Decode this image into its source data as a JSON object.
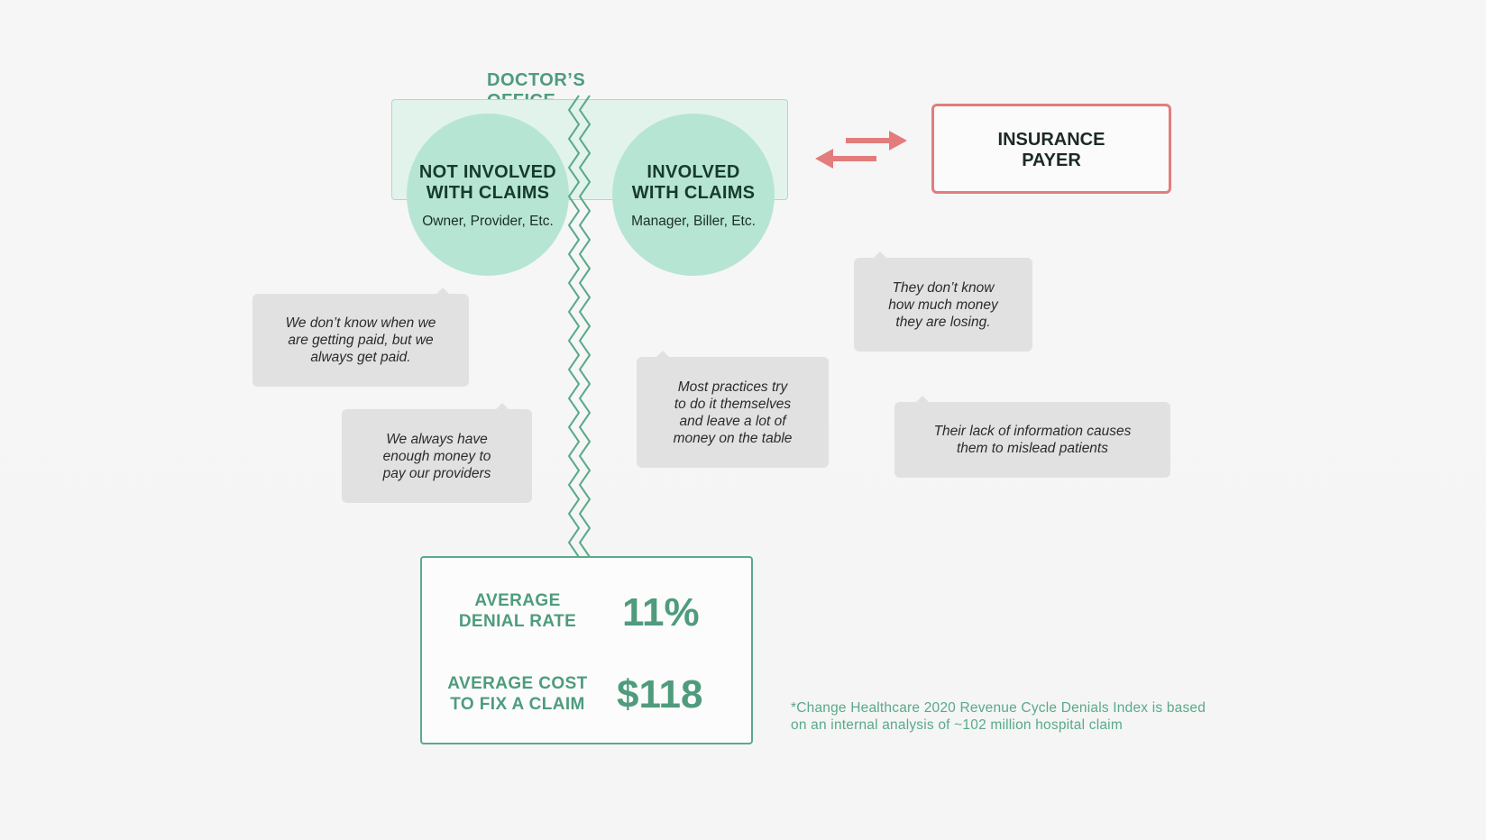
{
  "office": {
    "title": "DOCTOR’S OFFICE",
    "not_involved": {
      "title_line1": "NOT INVOLVED",
      "title_line2": "WITH CLAIMS",
      "subtitle": "Owner, Provider, Etc."
    },
    "involved": {
      "title_line1": "INVOLVED",
      "title_line2": "WITH CLAIMS",
      "subtitle": "Manager, Biller, Etc."
    }
  },
  "payer": {
    "line1": "INSURANCE",
    "line2": "PAYER"
  },
  "quotes": {
    "q1": [
      "We don’t know when we",
      "are getting paid, but we",
      "always get paid."
    ],
    "q2": [
      "We always have",
      "enough money to",
      "pay our providers"
    ],
    "q3": [
      "Most practices try",
      "to do it themselves",
      "and leave a lot of",
      "money on the table"
    ],
    "q4": [
      "They don’t know",
      "how much money",
      "they are losing."
    ],
    "q5": [
      "Their lack of information causes",
      "them to mislead patients"
    ]
  },
  "stats": {
    "denial": {
      "label_line1": "AVERAGE",
      "label_line2": "DENIAL RATE",
      "value": "11%"
    },
    "cost": {
      "label_line1": "AVERAGE COST",
      "label_line2": "TO FIX A CLAIM",
      "value": "$118"
    }
  },
  "footnote": {
    "line1": "*Change Healthcare 2020 Revenue Cycle Denials Index is based",
    "line2": "on an internal analysis of ~102 million hospital claim"
  },
  "colors": {
    "green": "#4e9c7d",
    "mint": "#b6e5d4",
    "mint_light": "#e2f3ec",
    "coral": "#e37c7c",
    "bubble": "#e1e1e1"
  }
}
